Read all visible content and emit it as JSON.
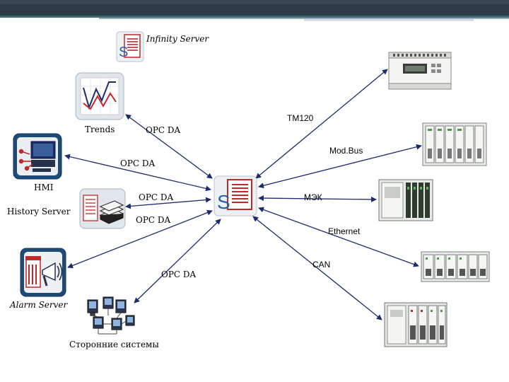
{
  "labels": {
    "infinity_server": "Infinity Server",
    "trends": "Trends",
    "opc_da_trends": "OPC DA",
    "hmi": "HMI",
    "opc_da_hmi": "OPC DA",
    "history_server": "History Server",
    "opc_da_history_1": "OPC DA",
    "opc_da_history_2": "OPC DA",
    "alarm_server": "Alarm Server",
    "opc_da_alarm": "OPC DA",
    "third_party": "Сторонние системы",
    "tm120": "TM120",
    "modbus": "Mod.Bus",
    "mek": "МЭК",
    "ethernet": "Ethernet",
    "can": "CAN"
  },
  "icons": {
    "server": "server-document-icon",
    "trends": "trend-chart-icon",
    "hmi": "monitor-icon",
    "history": "document-stack-icon",
    "alarm": "alarm-horn-icon",
    "third_party": "computers-network-icon",
    "device_1": "controller-device-icon",
    "device_2": "modules-rack-icon",
    "device_3": "cabinet-icon",
    "device_4": "io-modules-icon",
    "device_5": "plc-rack-icon"
  },
  "colors": {
    "header_dark": "#2f3a48",
    "header_accent": "#3d6b70",
    "arrow": "#1b2c6b",
    "server_red": "#c0282a",
    "server_blue": "#2d5fa8"
  }
}
